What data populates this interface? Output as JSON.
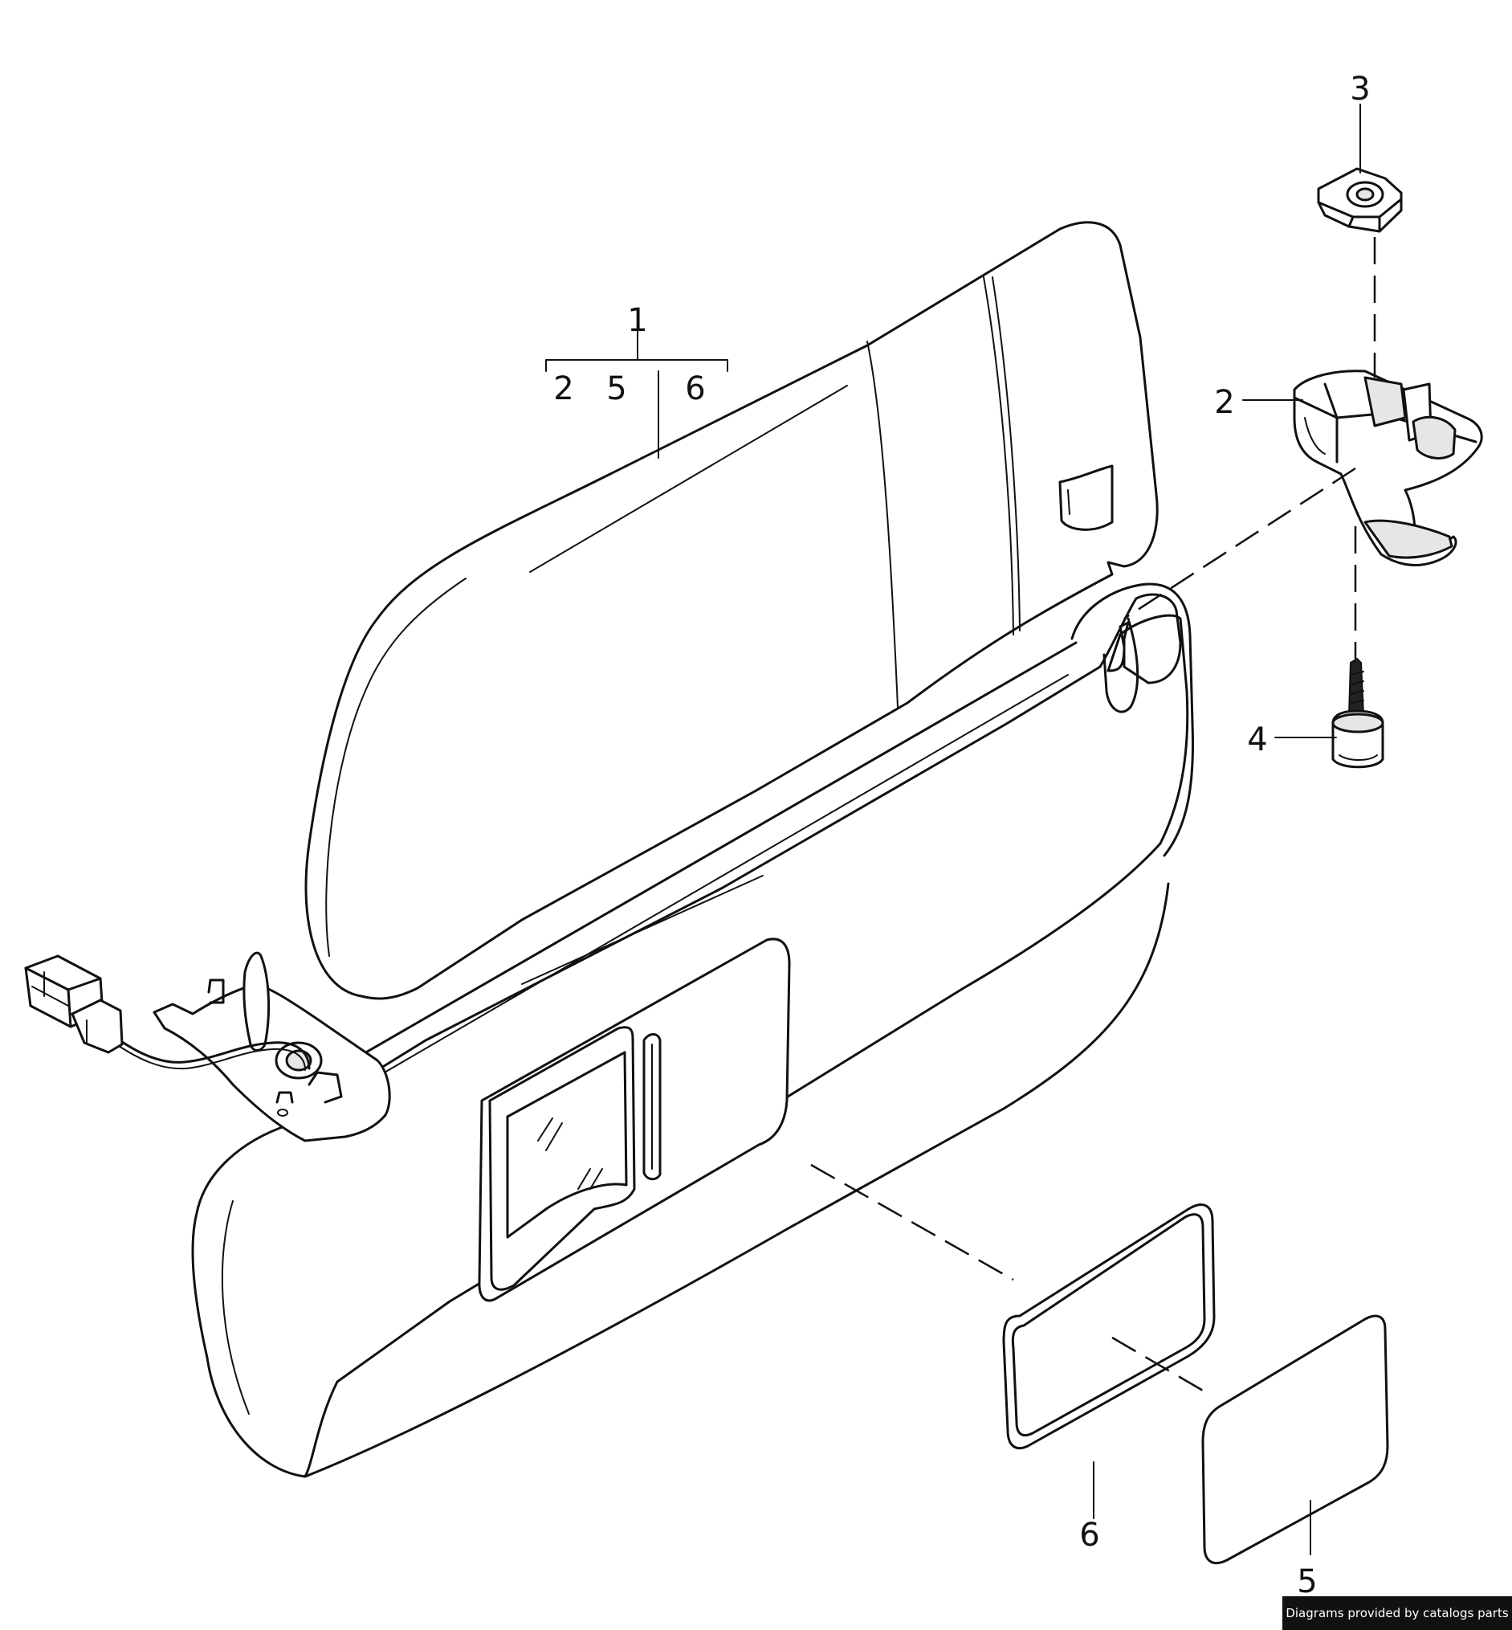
{
  "callouts": {
    "main": "1",
    "sub_a": "2",
    "sub_b": "5",
    "sub_c": "6",
    "part_2": "2",
    "part_3": "3",
    "part_4": "4",
    "part_5": "5",
    "part_6": "6"
  },
  "credit": "Diagrams provided by catalogs parts"
}
